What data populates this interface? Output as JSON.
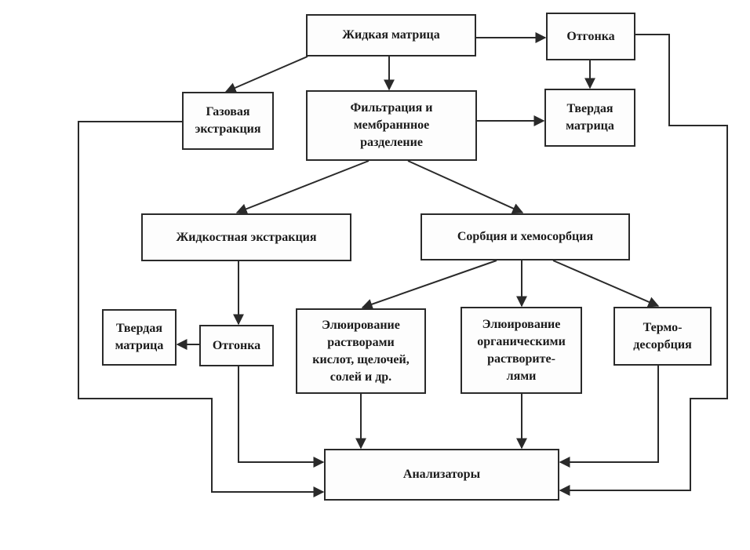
{
  "nodes": {
    "liquid_matrix": "Жидкая матрица",
    "distillation_top": "Отгонка",
    "gas_extraction": "Газовая\nэкстракция",
    "filtration": "Фильтрация и\nмембраннное\nразделение",
    "solid_matrix_top": "Твердая\nматрица",
    "liquid_extraction": "Жидкостная экстракция",
    "sorption": "Сорбция и хемосорбция",
    "solid_matrix_left": "Твердая\nматрица",
    "distillation_bottom": "Отгонка",
    "elution_acids": "Элюирование\nрастворами\nкислот, щелочей,\nсолей и др.",
    "elution_organic": "Элюирование\nорганическими\nрастворите-\nлями",
    "thermodesorption": "Термо-\nдесорбция",
    "analyzers": "Анализаторы"
  },
  "colors": {
    "line": "#2a2a2a",
    "background": "#ffffff"
  }
}
